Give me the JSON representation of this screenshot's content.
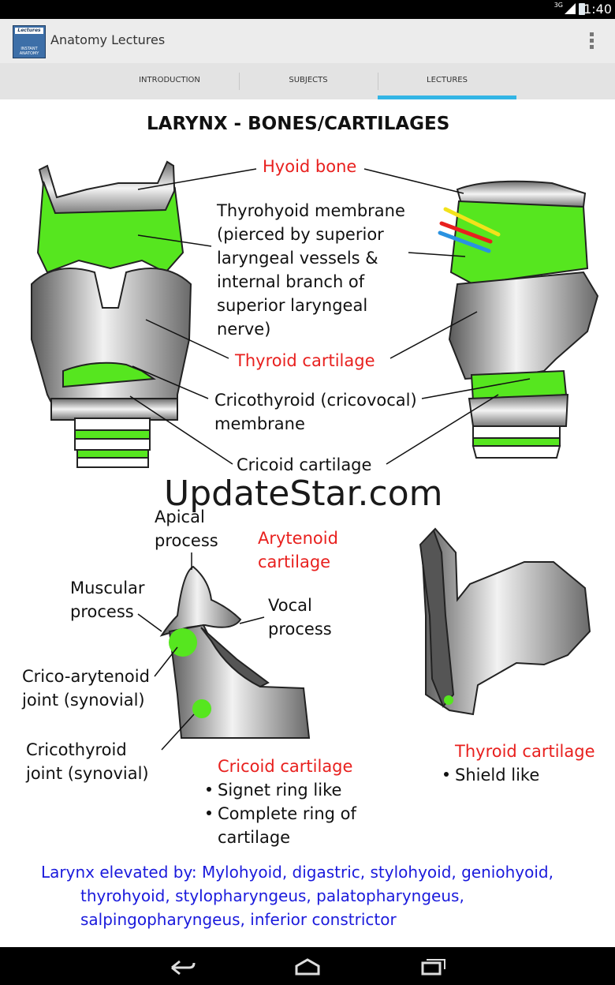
{
  "status": {
    "network": "3G",
    "time": "1:40"
  },
  "app": {
    "title": "Anatomy Lectures",
    "logo_top": "Lectures",
    "logo_bottom": "INSTANT ANATOMY"
  },
  "tabs": [
    {
      "label": "INTRODUCTION",
      "selected": false
    },
    {
      "label": "SUBJECTS",
      "selected": false
    },
    {
      "label": "LECTURES",
      "selected": true
    }
  ],
  "colors": {
    "tab_indicator": "#33b5e5",
    "label_red": "#e8201e",
    "label_blue": "#1a1adc",
    "membrane_green": "#56e61f"
  },
  "diagram": {
    "heading": "LARYNX - BONES/CARTILAGES",
    "top_labels": {
      "hyoid": "Hyoid bone",
      "thyrohyoid": [
        "Thyrohyoid membrane",
        "(pierced by superior",
        "laryngeal vessels &",
        "internal branch of",
        "superior laryngeal",
        "nerve)"
      ],
      "thyroid": "Thyroid cartilage",
      "cricothyroid": [
        "Cricothyroid (cricovocal)",
        "membrane"
      ],
      "cricoid": "Cricoid cartilage"
    },
    "watermark": "UpdateStar.com",
    "bottom_labels": {
      "apical": [
        "Apical",
        "process"
      ],
      "arytenoid": [
        "Arytenoid",
        "cartilage"
      ],
      "muscular": [
        "Muscular",
        "process"
      ],
      "vocal": [
        "Vocal",
        "process"
      ],
      "crico_arytenoid": [
        "Crico-arytenoid",
        "joint (synovial)"
      ],
      "cricothyroid_joint": [
        "Cricothyroid",
        "joint (synovial)"
      ],
      "cricoid_title": "Cricoid cartilage",
      "cricoid_bullets": [
        "Signet ring like",
        "Complete ring of"
      ],
      "cricoid_cont": "cartilage",
      "thyroid_title": "Thyroid cartilage",
      "thyroid_bullets": [
        "Shield like"
      ]
    },
    "elevators": [
      "Larynx elevated by: Mylohyoid, digastric, stylohyoid, geniohyoid,",
      "thyrohyoid, stylopharyngeus, palatopharyngeus,",
      "salpingopharyngeus, inferior constrictor"
    ]
  },
  "nav": {
    "icons": [
      "back-icon",
      "home-icon",
      "recent-apps-icon"
    ]
  }
}
